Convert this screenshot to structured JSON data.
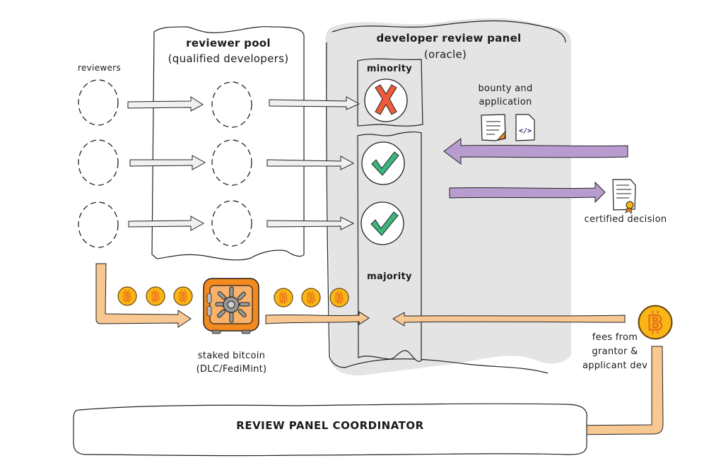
{
  "reviewers": {
    "label": "reviewers",
    "count": 3
  },
  "reviewer_pool": {
    "title": "reviewer pool",
    "subtitle": "(qualified developers)",
    "slots": 3
  },
  "panel": {
    "title": "developer review panel",
    "subtitle": "(oracle)",
    "minority": {
      "label": "minority",
      "votes": [
        "reject"
      ]
    },
    "majority": {
      "label": "majority",
      "votes": [
        "approve",
        "approve"
      ]
    }
  },
  "bounty": {
    "label_line1": "bounty and",
    "label_line2": "application",
    "icons": [
      "document-list-icon",
      "code-file-icon"
    ]
  },
  "certified": {
    "label": "certified decision",
    "icon": "certificate-icon"
  },
  "stake": {
    "label_line1": "staked bitcoin",
    "label_line2": "(DLC/FediMint)",
    "coins_in": 3,
    "coins_out": 3
  },
  "fees": {
    "label_line1": "fees from",
    "label_line2": "grantor &",
    "label_line3": "applicant dev"
  },
  "coordinator": {
    "label": "REVIEW PANEL COORDINATOR"
  },
  "colors": {
    "panel_bg": "#e4e4e4",
    "purple_arrow": "#b89cd0",
    "orange_arrow": "#f8c892",
    "coin": "#f9b616",
    "coin_symbol": "#e8711b",
    "reject": "#ee5a3a",
    "approve": "#3cb67c",
    "safe": "#f28a1e",
    "gray_arrow": "#f0f0f0"
  }
}
